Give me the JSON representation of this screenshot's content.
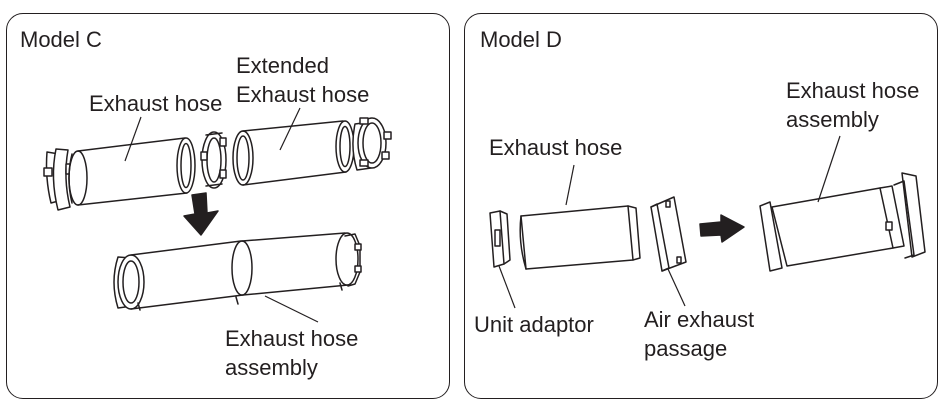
{
  "panels": {
    "model_c": {
      "title": "Model C",
      "labels": {
        "exhaust_hose": "Exhaust hose",
        "extended_line1": "Extended",
        "extended_line2": "Exhaust hose",
        "assembly_line1": "Exhaust hose",
        "assembly_line2": "assembly"
      }
    },
    "model_d": {
      "title": "Model D",
      "labels": {
        "exhaust_hose": "Exhaust hose",
        "assembly_line1": "Exhaust hose",
        "assembly_line2": "assembly",
        "unit_adaptor": "Unit adaptor",
        "air_exhaust_line1": "Air exhaust",
        "air_exhaust_line2": "passage"
      }
    }
  }
}
